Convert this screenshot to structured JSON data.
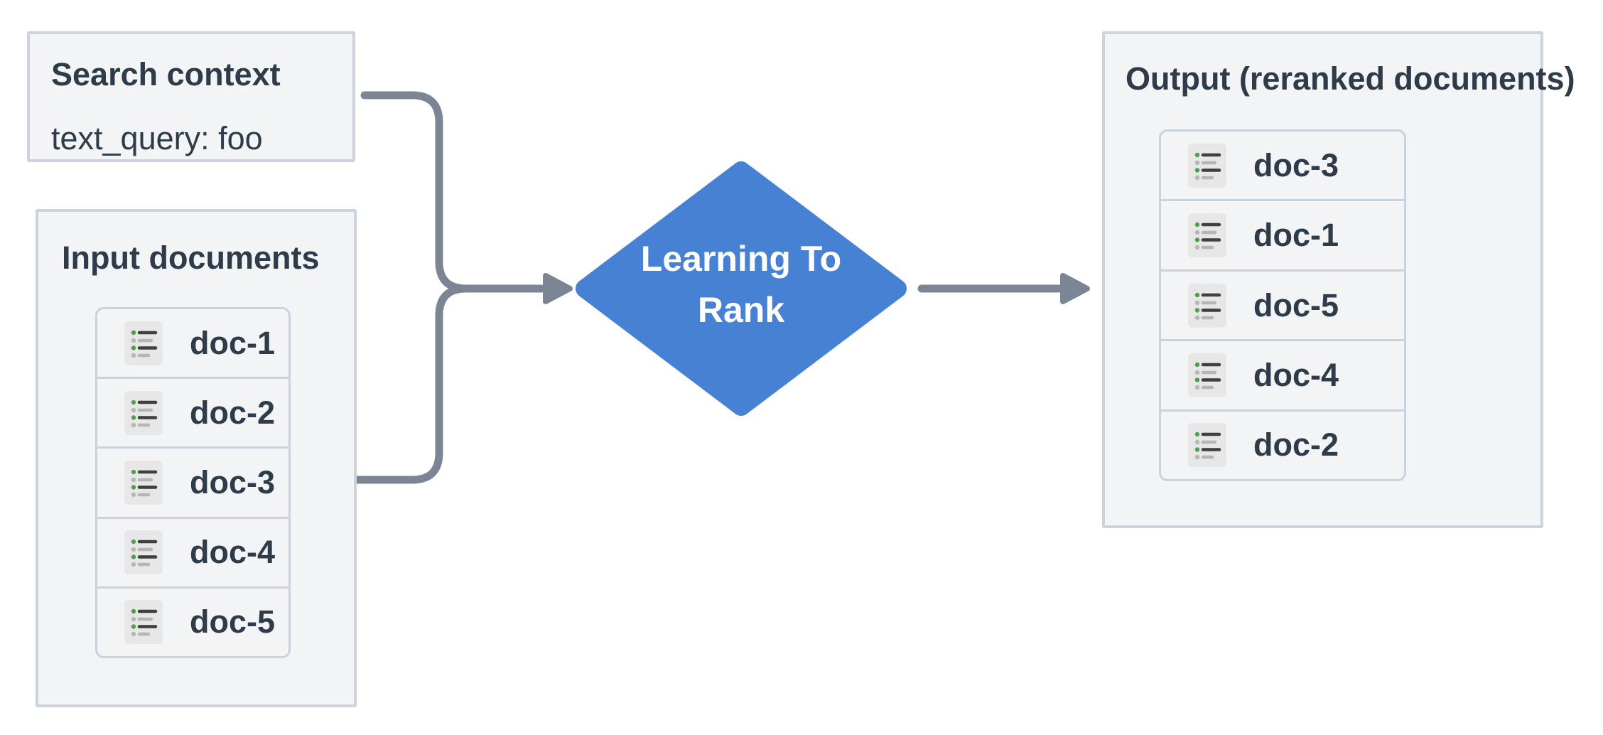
{
  "diagram": {
    "search_context": {
      "title": "Search context",
      "query_line": "text_query: foo"
    },
    "input_documents": {
      "title": "Input documents",
      "items": [
        "doc-1",
        "doc-2",
        "doc-3",
        "doc-4",
        "doc-5"
      ]
    },
    "ltr_node": {
      "label": "Learning To Rank"
    },
    "output_documents": {
      "title": "Output (reranked documents)",
      "items": [
        "doc-3",
        "doc-1",
        "doc-5",
        "doc-4",
        "doc-2"
      ]
    }
  },
  "icons": {
    "doc": "list-icon"
  },
  "colors": {
    "node_blue": "#4681d3",
    "connector_gray": "#7b8593",
    "panel_bg": "#f2f4f6",
    "panel_border": "#cbd4dc",
    "inner_border": "#c9d3dc",
    "text_dark": "#2e3b48",
    "icon_green": "#4ba24e"
  }
}
